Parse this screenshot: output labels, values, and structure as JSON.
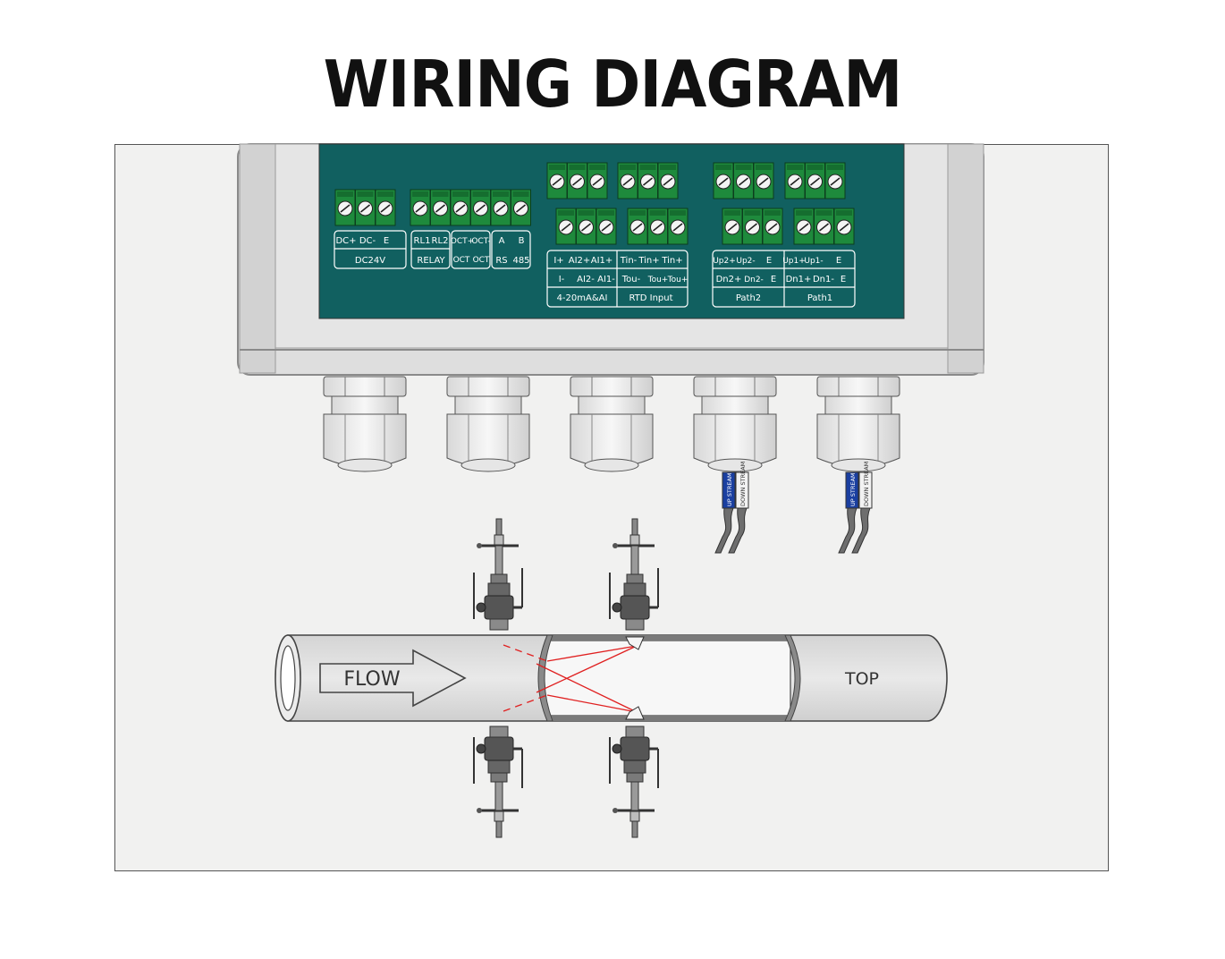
{
  "title": "WIRING DIAGRAM",
  "panel": {
    "dc_group": {
      "top": [
        "DC+",
        "DC-",
        "E"
      ],
      "label": "DC24V"
    },
    "relay_group": {
      "top": [
        "RL1",
        "RL2"
      ],
      "label": "RELAY"
    },
    "oct_group": {
      "top": [
        "OCT+",
        "OCT-"
      ],
      "bottom": [
        "OCT",
        "OCT"
      ]
    },
    "rs_group": {
      "top": [
        "A",
        "B"
      ],
      "bottom": [
        "RS",
        "485"
      ]
    },
    "ai_group": {
      "row1": [
        "I+",
        "AI2+",
        "AI1+"
      ],
      "row2": [
        "I-",
        "AI2-",
        "AI1-"
      ],
      "label": "4-20mA&AI"
    },
    "rtd_group": {
      "row1": [
        "Tin-",
        "Tin+",
        "Tin+"
      ],
      "row2": [
        "Tou-",
        "Tou+",
        "Tou+"
      ],
      "label": "RTD Input"
    },
    "path2_group": {
      "row1": [
        "Up2+",
        "Up2-",
        "E"
      ],
      "row2": [
        "Dn2+",
        "Dn2-",
        "E"
      ],
      "label": "Path2"
    },
    "path1_group": {
      "row1": [
        "Up1+",
        "Up1-",
        "E"
      ],
      "row2": [
        "Dn1+",
        "Dn1-",
        "E"
      ],
      "label": "Path1"
    }
  },
  "cable_tags": {
    "up": "UP STREAM",
    "down": "DOWN STREAM"
  },
  "pipe": {
    "flow_label": "FLOW",
    "top_label": "TOP"
  },
  "colors": {
    "panel": "#116060",
    "terminal": "#1e8a3c",
    "laser": "#e02020",
    "tag_blue": "#1a3fa0",
    "frame_border": "#555555"
  }
}
